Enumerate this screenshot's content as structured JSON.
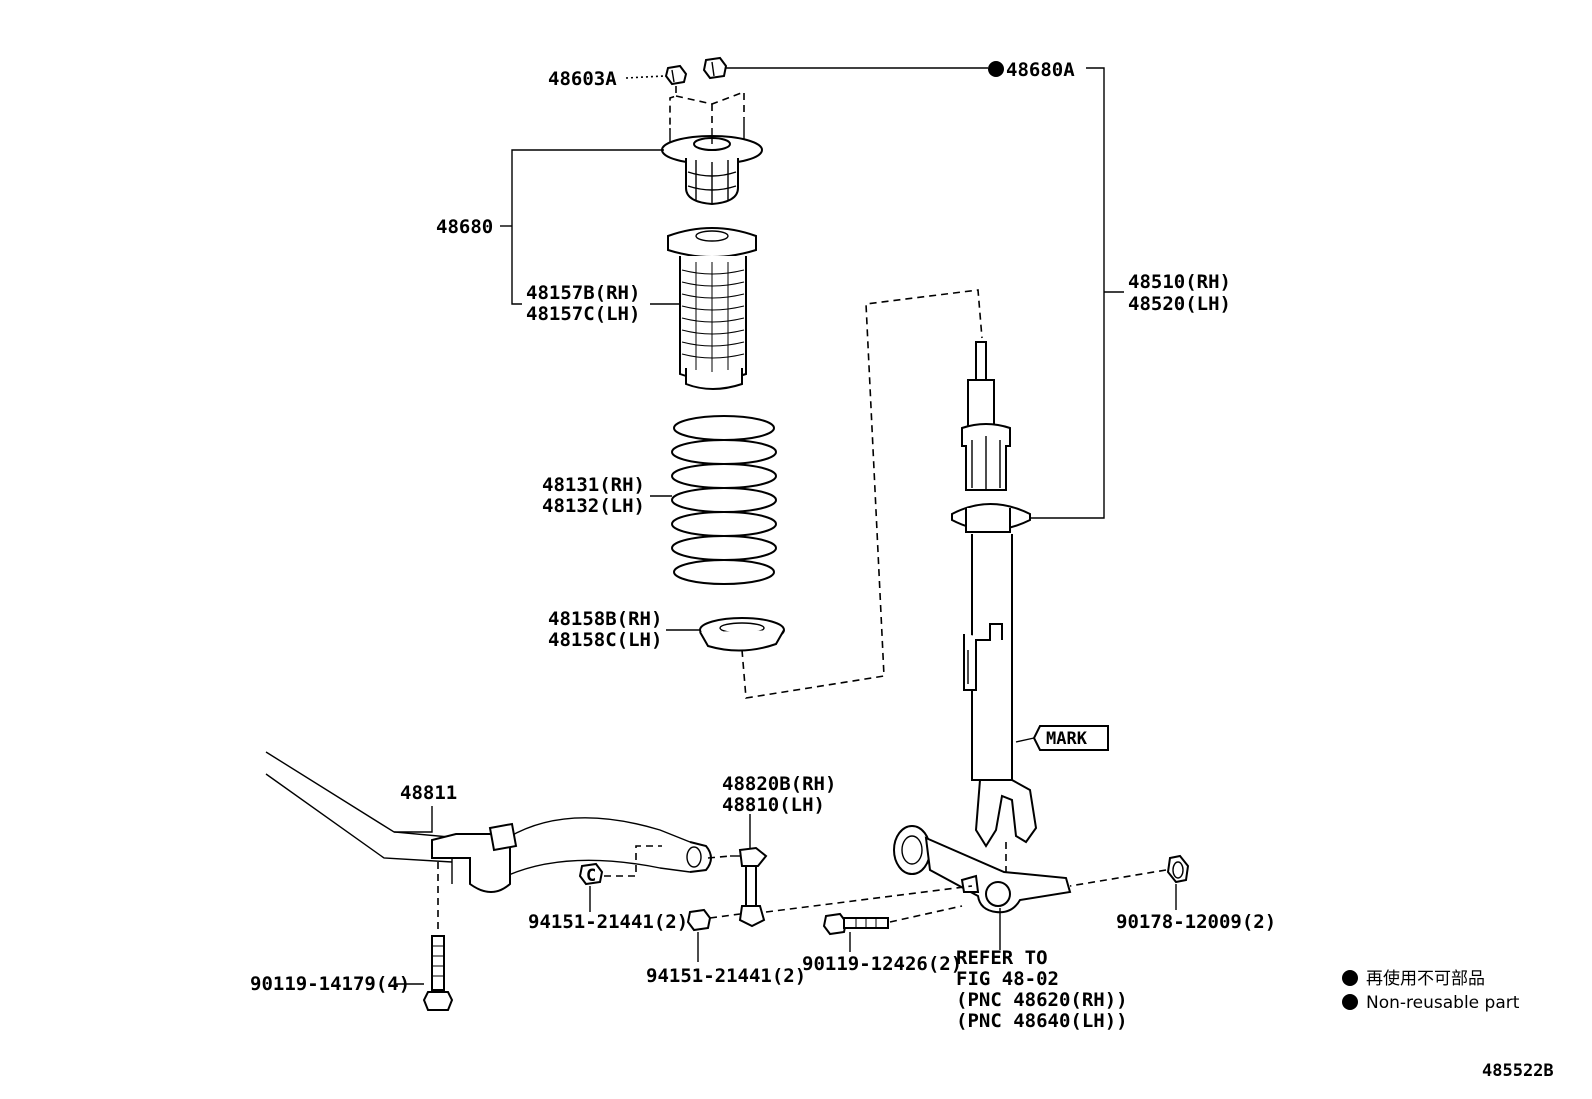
{
  "callouts": {
    "nut_48603A": "48603A",
    "nut_48680A": "48680A",
    "support_48680": "48680",
    "bump_stop_rh": "48157B(RH)",
    "bump_stop_lh": "48157C(LH)",
    "shock_rh": "48510(RH)",
    "shock_lh": "48520(LH)",
    "spring_rh": "48131(RH)",
    "spring_lh": "48132(LH)",
    "insulator_rh": "48158B(RH)",
    "insulator_lh": "48158C(LH)",
    "stabilizer_bar": "48811",
    "link_rh": "48820B(RH)",
    "link_lh": "48810(LH)",
    "nut_94151_a": "94151-21441(2)",
    "nut_94151_b": "94151-21441(2)",
    "bolt_90119_12426": "90119-12426(2)",
    "nut_90178": "90178-12009(2)",
    "bolt_90119_14179": "90119-14179(4)",
    "mark_tag": "MARK"
  },
  "refer_note": {
    "line1": "REFER TO",
    "line2": "FIG 48-02",
    "line3": "(PNC 48620(RH))",
    "line4": "(PNC 48640(LH))"
  },
  "legend": {
    "japanese": "再使用不可部品",
    "english": "Non-reusable part"
  },
  "figure_id": "485522B"
}
